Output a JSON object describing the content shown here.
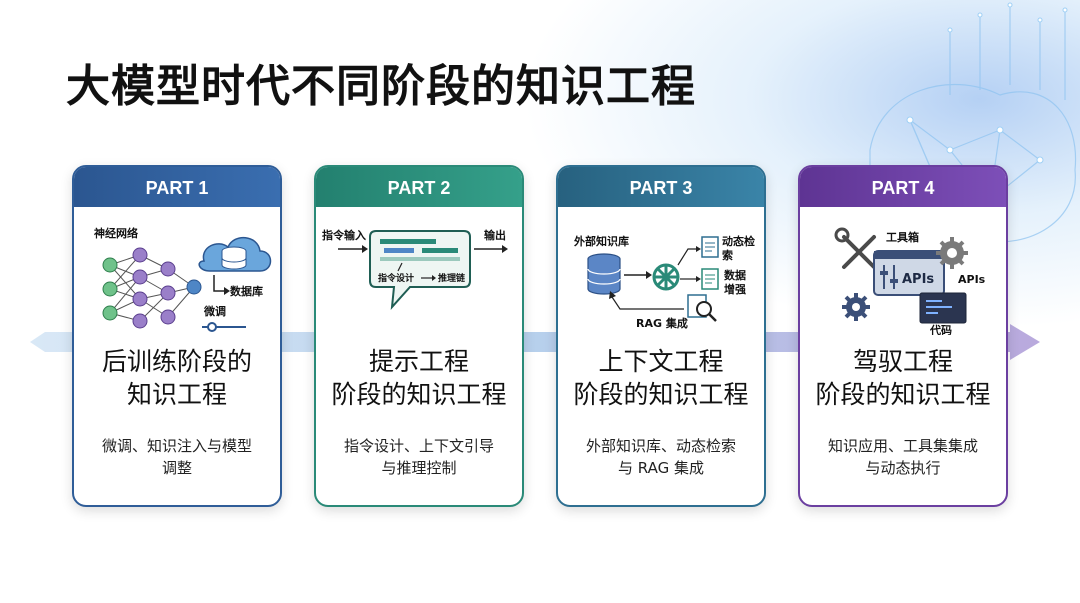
{
  "title": "大模型时代不同阶段的知识工程",
  "colors": {
    "part1": "#2f5d98",
    "part2": "#2a8a78",
    "part3": "#2e6f91",
    "part4": "#6b3fa0",
    "flow_arrow": "#a9c3e6"
  },
  "cards": [
    {
      "part": "PART 1",
      "title_lines": [
        "后训练阶段的",
        "知识工程"
      ],
      "desc_lines": [
        "微调、知识注入与模型",
        "调整"
      ],
      "icon_labels": {
        "network": "神经网络",
        "database": "数据库",
        "finetune": "微调"
      }
    },
    {
      "part": "PART 2",
      "title_lines": [
        "提示工程",
        "阶段的知识工程"
      ],
      "desc_lines": [
        "指令设计、上下文引导",
        "与推理控制"
      ],
      "icon_labels": {
        "input": "指令输入",
        "output": "输出",
        "design": "指令设计",
        "chain": "推理链"
      }
    },
    {
      "part": "PART 3",
      "title_lines": [
        "上下文工程",
        "阶段的知识工程"
      ],
      "desc_lines": [
        "外部知识库、动态检索",
        "与 RAG 集成"
      ],
      "icon_labels": {
        "kb": "外部知识库",
        "retrieval_1": "动态检",
        "retrieval_2": "索",
        "augment_1": "数据",
        "augment_2": "增强",
        "rag": "RAG 集成"
      }
    },
    {
      "part": "PART 4",
      "title_lines": [
        "驾驭工程",
        "阶段的知识工程"
      ],
      "desc_lines": [
        "知识应用、工具集集成",
        "与动态执行"
      ],
      "icon_labels": {
        "toolbox": "工具箱",
        "apis_main": "APIs",
        "apis_side": "APIs",
        "code": "代码"
      }
    }
  ]
}
